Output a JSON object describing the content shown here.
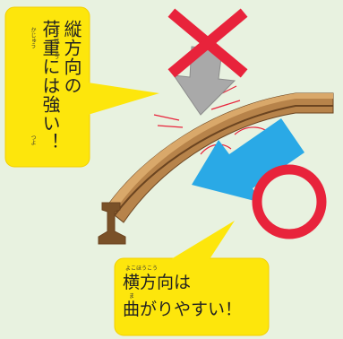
{
  "colors": {
    "background": "#e8f2e0",
    "bubble": "#fde60c",
    "bubble_edge": "#f3cf00",
    "rail_body": "#b7834a",
    "rail_light": "#d9a86a",
    "rail_dark": "#6b4420",
    "x_mark": "#e8233b",
    "circle_mark": "#e8233b",
    "vertical_arrow": "#a9a9a9",
    "horizontal_arrow": "#2aa9e6",
    "stress_lines": "#e8233b"
  },
  "top_bubble": {
    "line1": "縦方向の",
    "line2": "荷重には強い！",
    "furigana_tatehoukou": "たてほうこう",
    "furigana_kajuu": "かじゅう",
    "furigana_tsuyo": "つよ"
  },
  "bottom_bubble": {
    "line1": "横方向は",
    "line2": "曲がりやすい！",
    "furigana_yokohoukou": "よこほうこう",
    "furigana_ma": "ま"
  },
  "icons": {
    "wrong": "x-mark-icon",
    "correct": "circle-mark-icon"
  }
}
